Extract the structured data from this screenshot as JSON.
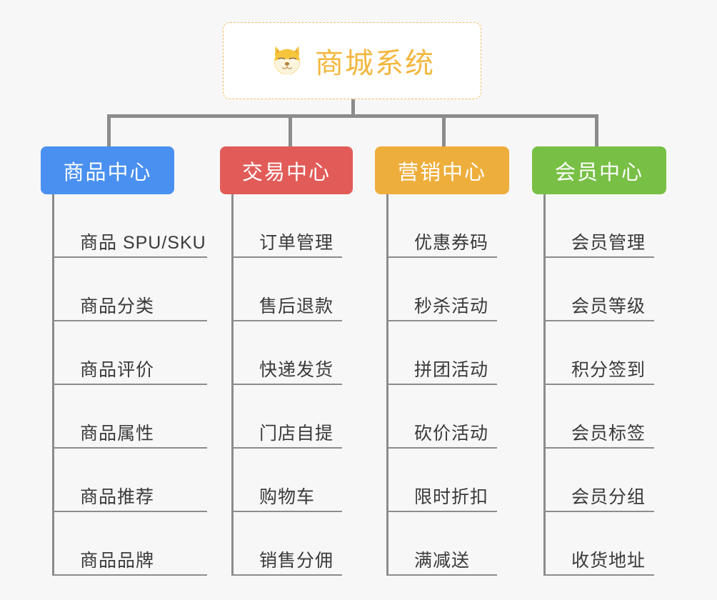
{
  "root": {
    "title": "商城系统",
    "icon": "shiba-dog-icon",
    "accent_color": "#f3b73e",
    "border_color": "#f0bd62"
  },
  "page": {
    "background_color": "#f7f7f7",
    "connector_color": "#8c8c8c"
  },
  "columns": [
    {
      "title": "商品中心",
      "color": "#4a90f0",
      "items": [
        "商品 SPU/SKU",
        "商品分类",
        "商品评价",
        "商品属性",
        "商品推荐",
        "商品品牌"
      ]
    },
    {
      "title": "交易中心",
      "color": "#e15c58",
      "items": [
        "订单管理",
        "售后退款",
        "快递发货",
        "门店自提",
        "购物车",
        "销售分佣"
      ]
    },
    {
      "title": "营销中心",
      "color": "#eeae3c",
      "items": [
        "优惠券码",
        "秒杀活动",
        "拼团活动",
        "砍价活动",
        "限时折扣",
        "满减送"
      ]
    },
    {
      "title": "会员中心",
      "color": "#77c045",
      "items": [
        "会员管理",
        "会员等级",
        "积分签到",
        "会员标签",
        "会员分组",
        "收货地址"
      ]
    }
  ]
}
